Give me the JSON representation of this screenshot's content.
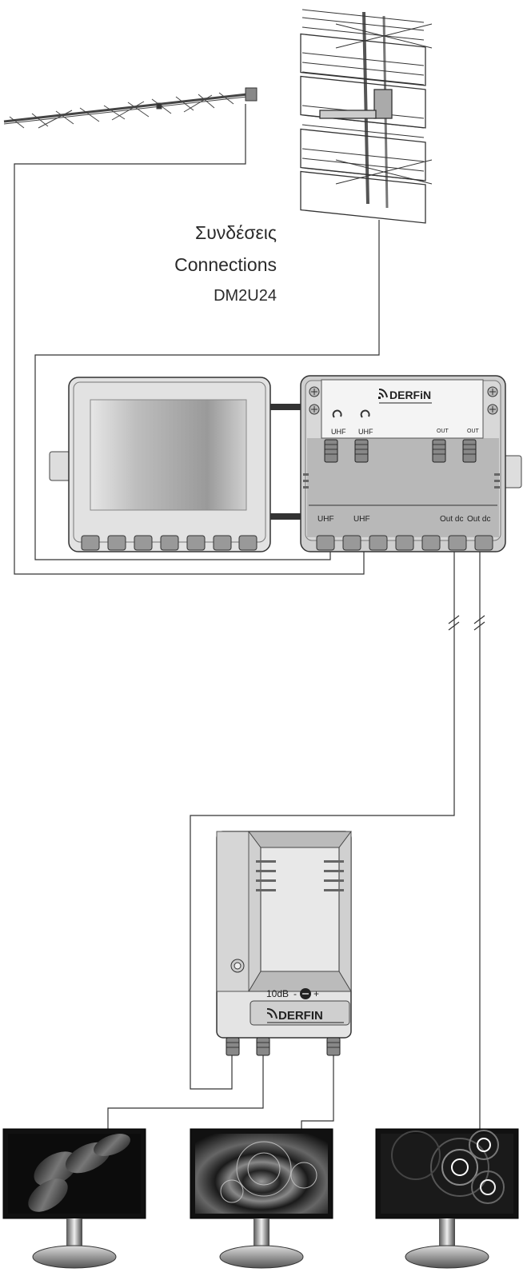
{
  "title": {
    "greek": "Συνδέσεις",
    "english": "Connections",
    "model": "DM2U24"
  },
  "amplifier": {
    "brand": "DERFiN",
    "inputs_top": [
      "UHF",
      "UHF"
    ],
    "outputs_top": [
      "OUT",
      "OUT"
    ],
    "inputs_bottom": [
      "UHF",
      "UHF"
    ],
    "outputs_bottom": [
      "Out dc",
      "Out dc"
    ]
  },
  "splitter": {
    "brand": "DERFIN",
    "attenuator_label": "10dB",
    "minus": "-",
    "plus": "+"
  },
  "tvs": [
    {
      "pattern": "ribbons"
    },
    {
      "pattern": "ripples"
    },
    {
      "pattern": "rings"
    }
  ]
}
